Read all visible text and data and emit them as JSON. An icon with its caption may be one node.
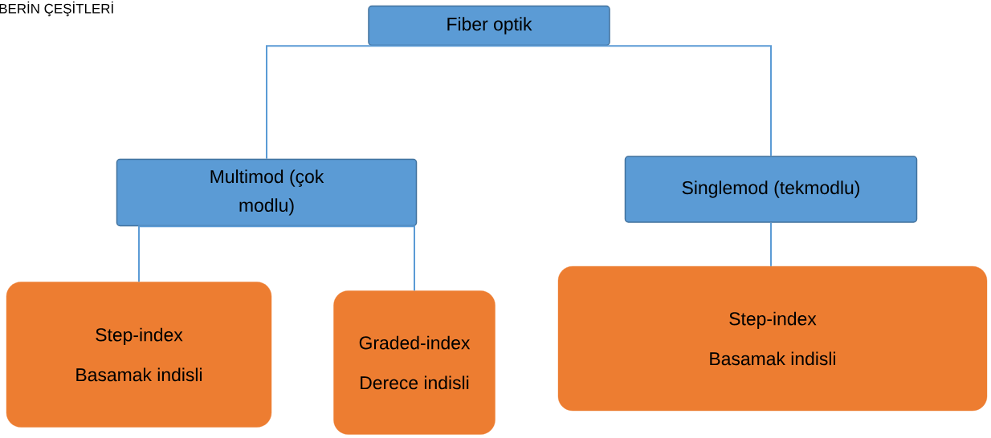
{
  "diagram": {
    "title": "BERİN ÇEŞİTLERİ",
    "nodes": [
      {
        "text": [
          "Fiber optik"
        ]
      },
      {
        "text": [
          "Multimod (çok modlu)"
        ]
      },
      {
        "text": [
          "Singlemod (tekmodlu)"
        ]
      },
      {
        "text": [
          "Step-index",
          "Basamak indisli"
        ]
      },
      {
        "text": [
          "Graded-index",
          "Derece indisli"
        ]
      },
      {
        "text": [
          "Step-index",
          "Basamak indisli"
        ]
      }
    ],
    "edges": [
      {
        "from": 0,
        "to": 1,
        "arrow": "none"
      },
      {
        "from": 0,
        "to": 2,
        "arrow": "none"
      },
      {
        "from": 1,
        "to": 3,
        "arrow": "none"
      },
      {
        "from": 1,
        "to": 4,
        "arrow": "none"
      },
      {
        "from": 2,
        "to": 5,
        "arrow": "none"
      }
    ]
  }
}
